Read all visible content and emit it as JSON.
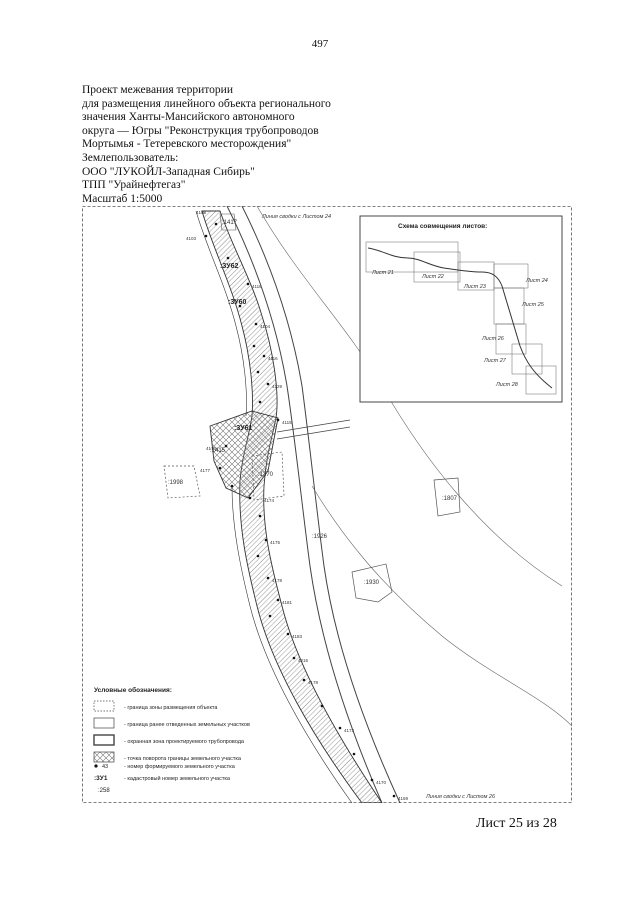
{
  "page_number": "497",
  "header": {
    "lines": [
      "Проект межевания территории",
      "для размещения линейного объекта регионального",
      "значения Ханты-Мансийского автономного",
      "округа — Югры \"Реконструкция трубопроводов",
      "Мортымья - Тетеревского месторождения\"",
      "Землепользователь:",
      "ООО \"ЛУКОЙЛ-Западная Сибирь\"",
      "ТПП \"Урайнефтегаз\"",
      "Масштаб 1:5000"
    ]
  },
  "map": {
    "join_top": "Линия сводки с Листом 24",
    "join_bottom": "Линия сводки с Листом 26",
    "inset": {
      "title": "Схема совмещения листов:",
      "sheets": [
        "Лист 21",
        "Лист 22",
        "Лист 23",
        "Лист 24",
        "Лист 25",
        "Лист 26",
        "Лист 27",
        "Лист 28"
      ]
    },
    "parcels": [
      ":3У62",
      ":3У60",
      ":3У61"
    ],
    "cadastral": [
      ":1417",
      ":1415",
      ":1998",
      ":1370",
      ":1926",
      ":1930",
      ":1807"
    ],
    "point_labels": [
      "4105",
      "4103",
      "4118",
      "4104",
      "4116",
      "4129",
      "4115",
      "4176",
      "4177",
      "4174",
      "4175",
      "4178",
      "4181",
      "4183",
      "4215",
      "4178",
      "4173",
      "4170",
      "4169"
    ],
    "legend": {
      "title": "Условные обозначения:",
      "items": [
        {
          "symbol": "dotted-rect",
          "text": "- граница зоны размещения объекта"
        },
        {
          "symbol": "solid-rect",
          "text": "- граница ранее отведенных земельных участков"
        },
        {
          "symbol": "double-line",
          "text": "- охранная зона проектируемого трубопровода"
        },
        {
          "symbol": "hatched-rect",
          "text": "- точка поворота границы земельного участка"
        },
        {
          "symbol": "point",
          "label": "43",
          "text": "- номер формируемого земельного участка"
        },
        {
          "symbol": "parcel",
          "label": ":3У1",
          "text": "- кадастровый номер земельного участка"
        },
        {
          "symbol": "cadastral",
          "label": ":258",
          "text": ""
        }
      ]
    }
  },
  "footer": "Лист 25 из 28"
}
